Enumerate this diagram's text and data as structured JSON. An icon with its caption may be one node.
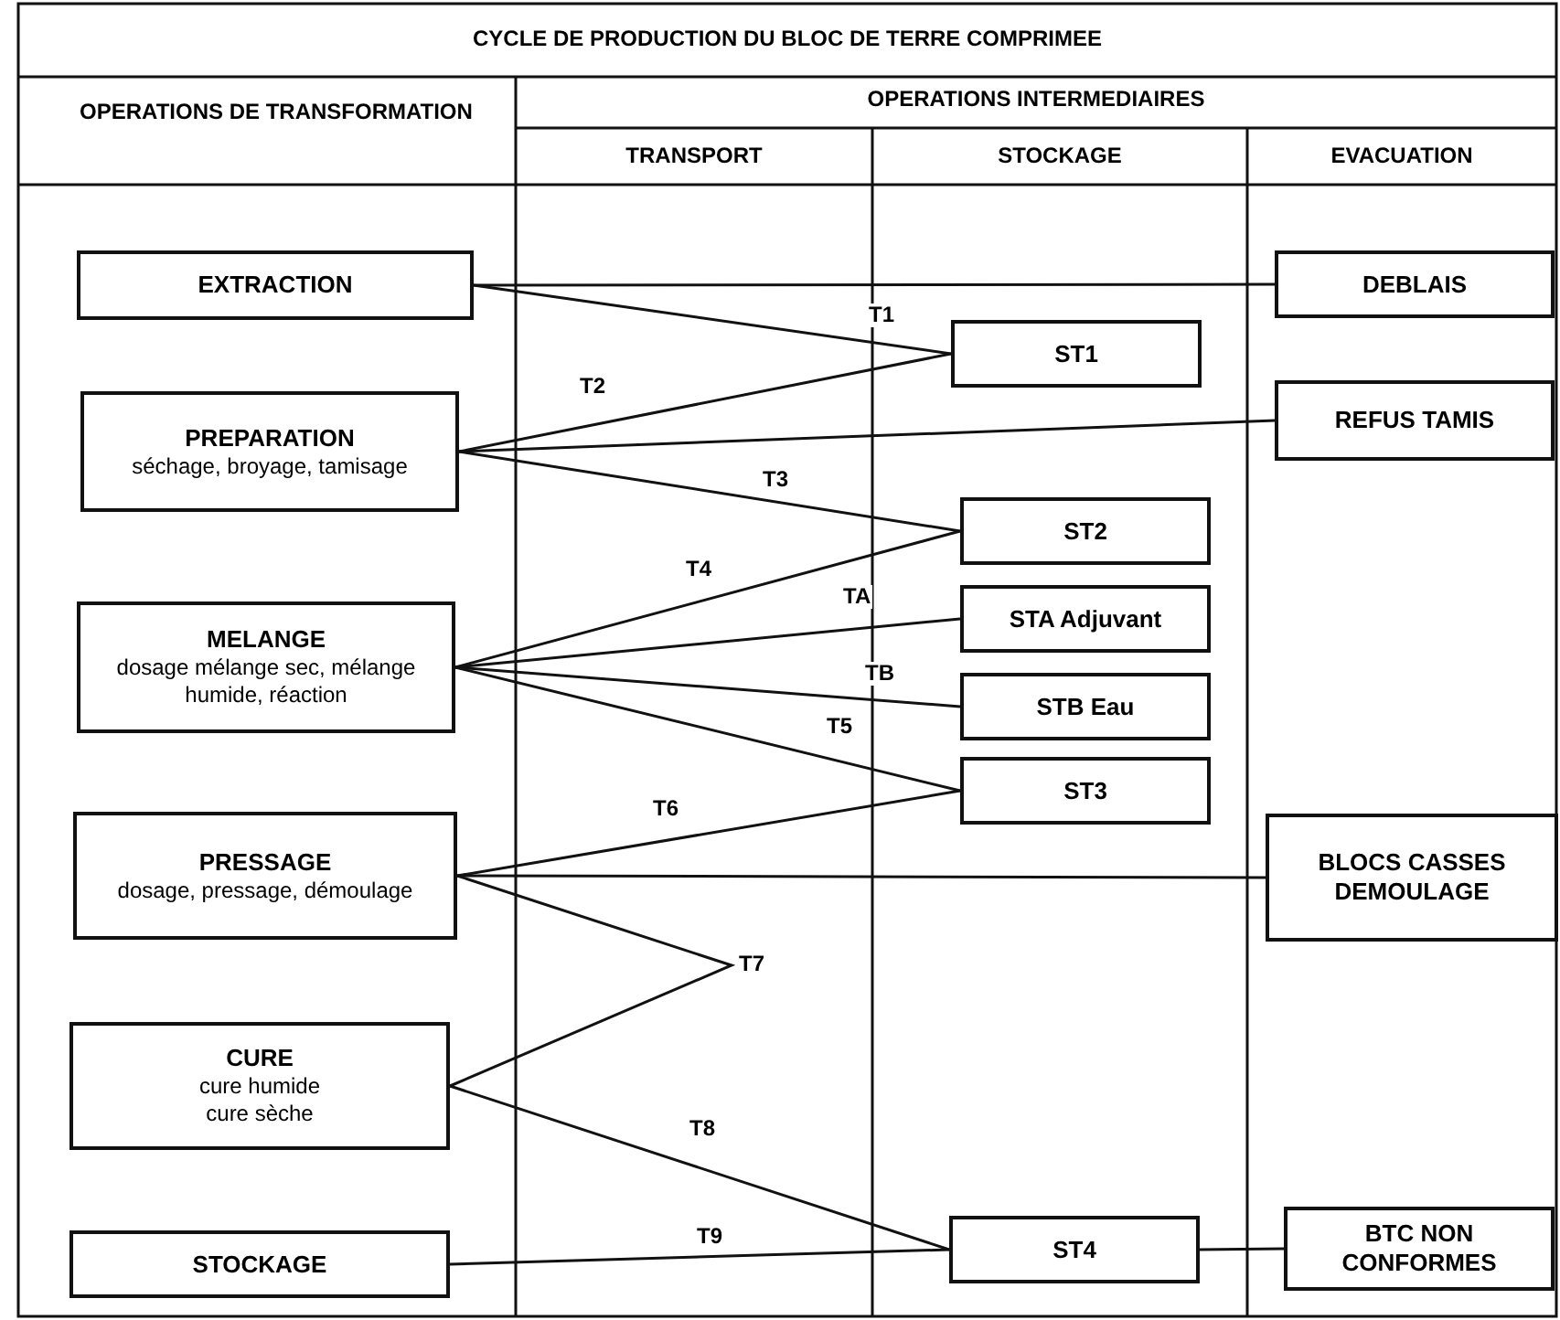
{
  "diagram": {
    "title": "CYCLE DE PRODUCTION DU BLOC DE TERRE COMPRIMEE",
    "nodes": [
      {
        "text": [
          "EXTRACTION"
        ]
      },
      {
        "text": [
          "PREPARATION",
          "séchage, broyage, tamisage"
        ]
      },
      {
        "text": [
          "MELANGE",
          "dosage mélange sec, mélange humide, réaction"
        ]
      },
      {
        "text": [
          "PRESSAGE",
          "dosage, pressage, démoulage"
        ]
      },
      {
        "text": [
          "CURE",
          "cure humide cure sèche"
        ]
      },
      {
        "text": [
          "STOCKAGE"
        ]
      },
      {
        "text": [
          "ST1"
        ]
      },
      {
        "text": [
          "ST2"
        ]
      },
      {
        "text": [
          "STA Adjuvant"
        ]
      },
      {
        "text": [
          "STB Eau"
        ]
      },
      {
        "text": [
          "ST3"
        ]
      },
      {
        "text": [
          "ST4"
        ]
      },
      {
        "text": [
          "DEBLAIS"
        ]
      },
      {
        "text": [
          "REFUS TAMIS"
        ]
      },
      {
        "text": [
          "BLOCS CASSES DEMOULAGE"
        ]
      },
      {
        "text": [
          "BTC NON CONFORMES"
        ]
      }
    ],
    "edges": [
      {
        "from": 0,
        "to": 12,
        "arrow": "none"
      },
      {
        "from": 0,
        "to": 6,
        "label": "T1",
        "arrow": "none"
      },
      {
        "from": 6,
        "to": 1,
        "label": "T2",
        "arrow": "none"
      },
      {
        "from": 1,
        "to": 13,
        "arrow": "none"
      },
      {
        "from": 1,
        "to": 7,
        "label": "T3",
        "arrow": "none"
      },
      {
        "from": 7,
        "to": 2,
        "label": "T4",
        "arrow": "none"
      },
      {
        "from": 8,
        "to": 2,
        "label": "TA",
        "arrow": "none"
      },
      {
        "from": 9,
        "to": 2,
        "label": "TB",
        "arrow": "none"
      },
      {
        "from": 2,
        "to": 10,
        "label": "T5",
        "arrow": "none"
      },
      {
        "from": 10,
        "to": 3,
        "label": "T6",
        "arrow": "none"
      },
      {
        "from": 3,
        "to": 14,
        "arrow": "none"
      },
      {
        "from": 3,
        "to": 4,
        "label": "T7",
        "arrow": "none"
      },
      {
        "from": 4,
        "to": 11,
        "label": "T8",
        "arrow": "none"
      },
      {
        "from": 5,
        "to": 11,
        "label": "T9",
        "arrow": "none"
      },
      {
        "from": 11,
        "to": 15,
        "arrow": "none"
      }
    ],
    "labels": [
      "OPERATIONS DE TRANSFORMATION",
      "OPERATIONS INTERMEDIAIRES",
      "TRANSPORT",
      "STOCKAGE",
      "EVACUATION"
    ]
  }
}
